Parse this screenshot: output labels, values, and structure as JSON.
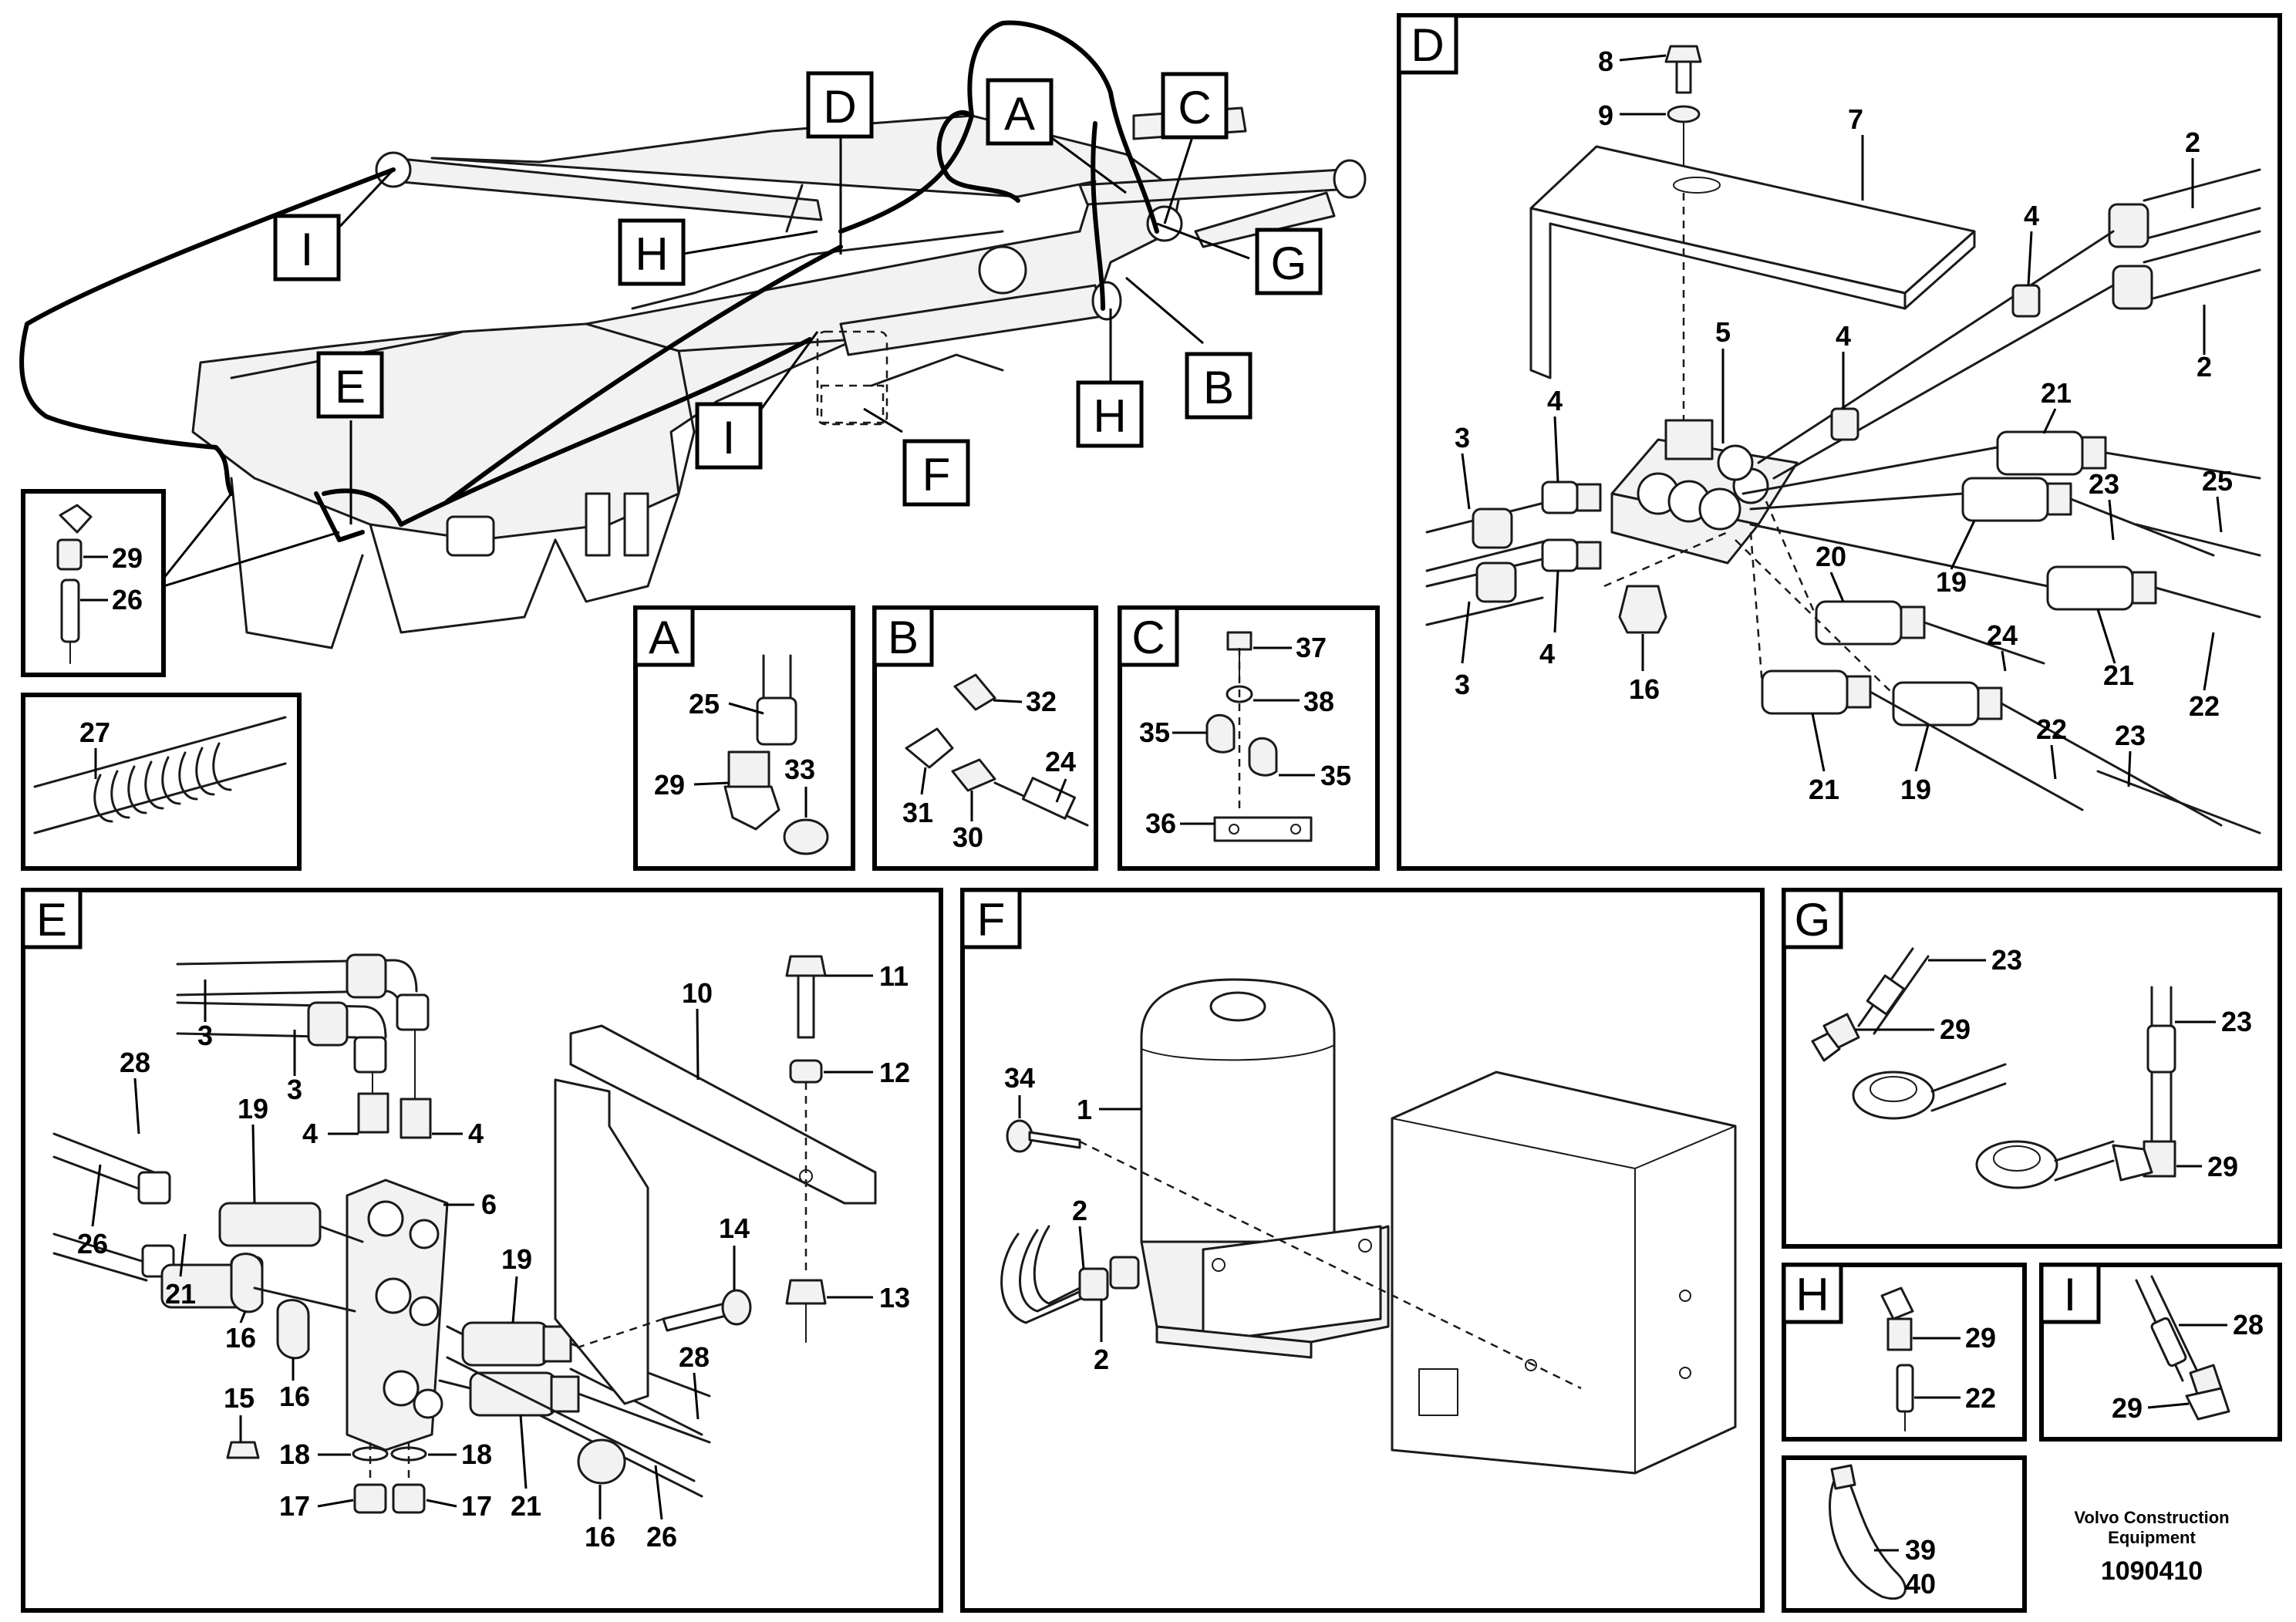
{
  "panels": {
    "D": "D",
    "E": "E",
    "F": "F",
    "G": "G",
    "H": "H",
    "I": "I",
    "A": "A",
    "B": "B",
    "C": "C"
  },
  "overview_tags": {
    "D": "D",
    "A": "A",
    "C": "C",
    "I_top": "I",
    "H_top": "H",
    "G": "G",
    "B": "B",
    "E": "E",
    "I_mid": "I",
    "H_mid": "H",
    "F": "F"
  },
  "callouts": {
    "ov_29": "29",
    "ov_26": "26",
    "ov_27": "27",
    "a_25": "25",
    "a_29": "29",
    "a_33": "33",
    "b_32": "32",
    "b_24": "24",
    "b_31": "31",
    "b_30": "30",
    "c_37": "37",
    "c_38": "38",
    "c_35a": "35",
    "c_35b": "35",
    "c_36": "36",
    "d_8": "8",
    "d_9": "9",
    "d_7": "7",
    "d_2a": "2",
    "d_4a": "4",
    "d_2b": "2",
    "d_5": "5",
    "d_4b": "4",
    "d_21a": "21",
    "d_4c": "4",
    "d_3a": "3",
    "d_23a": "23",
    "d_25": "25",
    "d_19a": "19",
    "d_20": "20",
    "d_4d": "4",
    "d_3b": "3",
    "d_16": "16",
    "d_24": "24",
    "d_21b": "21",
    "d_22a": "22",
    "d_22b": "22",
    "d_23b": "23",
    "d_21c": "21",
    "d_19b": "19",
    "e_3a": "3",
    "e_3b": "3",
    "e_28a": "28",
    "e_19a": "19",
    "e_4a": "4",
    "e_4b": "4",
    "e_6": "6",
    "e_26a": "26",
    "e_21a": "21",
    "e_16a": "16",
    "e_16b": "16",
    "e_15": "15",
    "e_18a": "18",
    "e_18b": "18",
    "e_17a": "17",
    "e_17b": "17",
    "e_19b": "19",
    "e_21b": "21",
    "e_16c": "16",
    "e_26b": "26",
    "e_28b": "28",
    "e_10": "10",
    "e_11": "11",
    "e_12": "12",
    "e_14": "14",
    "e_13": "13",
    "f_34": "34",
    "f_1": "1",
    "f_2a": "2",
    "f_2b": "2",
    "g_23a": "23",
    "g_29a": "29",
    "g_23b": "23",
    "g_29b": "29",
    "h_29": "29",
    "h_22": "22",
    "i_28": "28",
    "i_29": "29",
    "t_39": "39",
    "t_40": "40"
  },
  "brand": {
    "line1": "Volvo Construction",
    "line2": "Equipment",
    "drawing_number": "1090410"
  }
}
